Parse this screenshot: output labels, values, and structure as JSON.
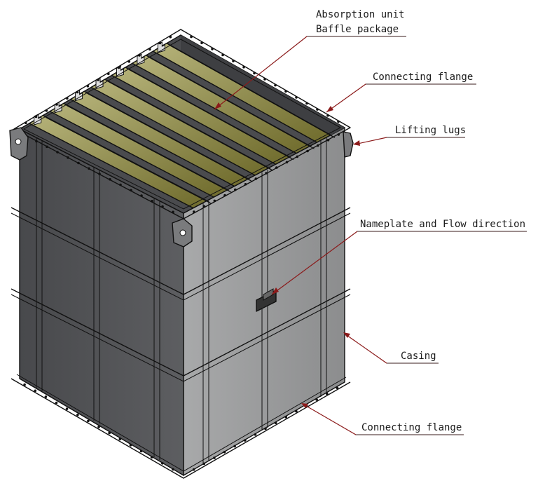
{
  "labels": {
    "absorption_unit": "Absorption unit",
    "baffle_package": "Baffle package",
    "connecting_flange_top": "Connecting flange",
    "lifting_lugs": "Lifting lugs",
    "nameplate_flow": "Nameplate and Flow direction",
    "casing": "Casing",
    "connecting_flange_bottom": "Connecting flange"
  },
  "colors": {
    "left_face": "#555659",
    "right_face": "#9a9b9c",
    "interior": "#4b4c4f",
    "baffle": "#a4a268",
    "baffle_dark": "#7d7a3a",
    "leader": "#8b1a1a"
  }
}
